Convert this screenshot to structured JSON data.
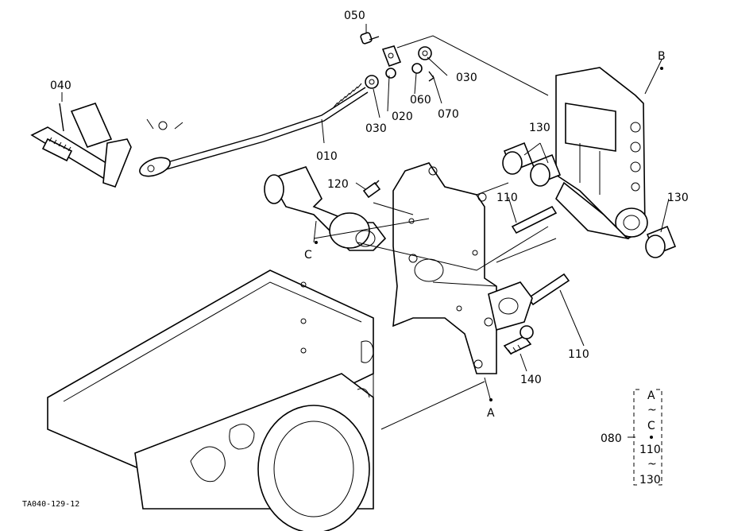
{
  "diagram": {
    "labels": {
      "p050": "050",
      "p040": "040",
      "p030a": "030",
      "p030b": "030",
      "p020": "020",
      "p060": "060",
      "p070": "070",
      "p010": "010",
      "p130a": "130",
      "p130b": "130",
      "p120": "120",
      "p110a": "110",
      "p110b": "110",
      "p140": "140",
      "pA": "A",
      "pB": "B",
      "pC": "C",
      "p080": "080",
      "rangeA": "A",
      "rangeTilde1": "~",
      "rangeC": "C",
      "range110": "110",
      "rangeTilde2": "~",
      "range130": "130"
    },
    "footer_code": "TA040-129-12"
  }
}
